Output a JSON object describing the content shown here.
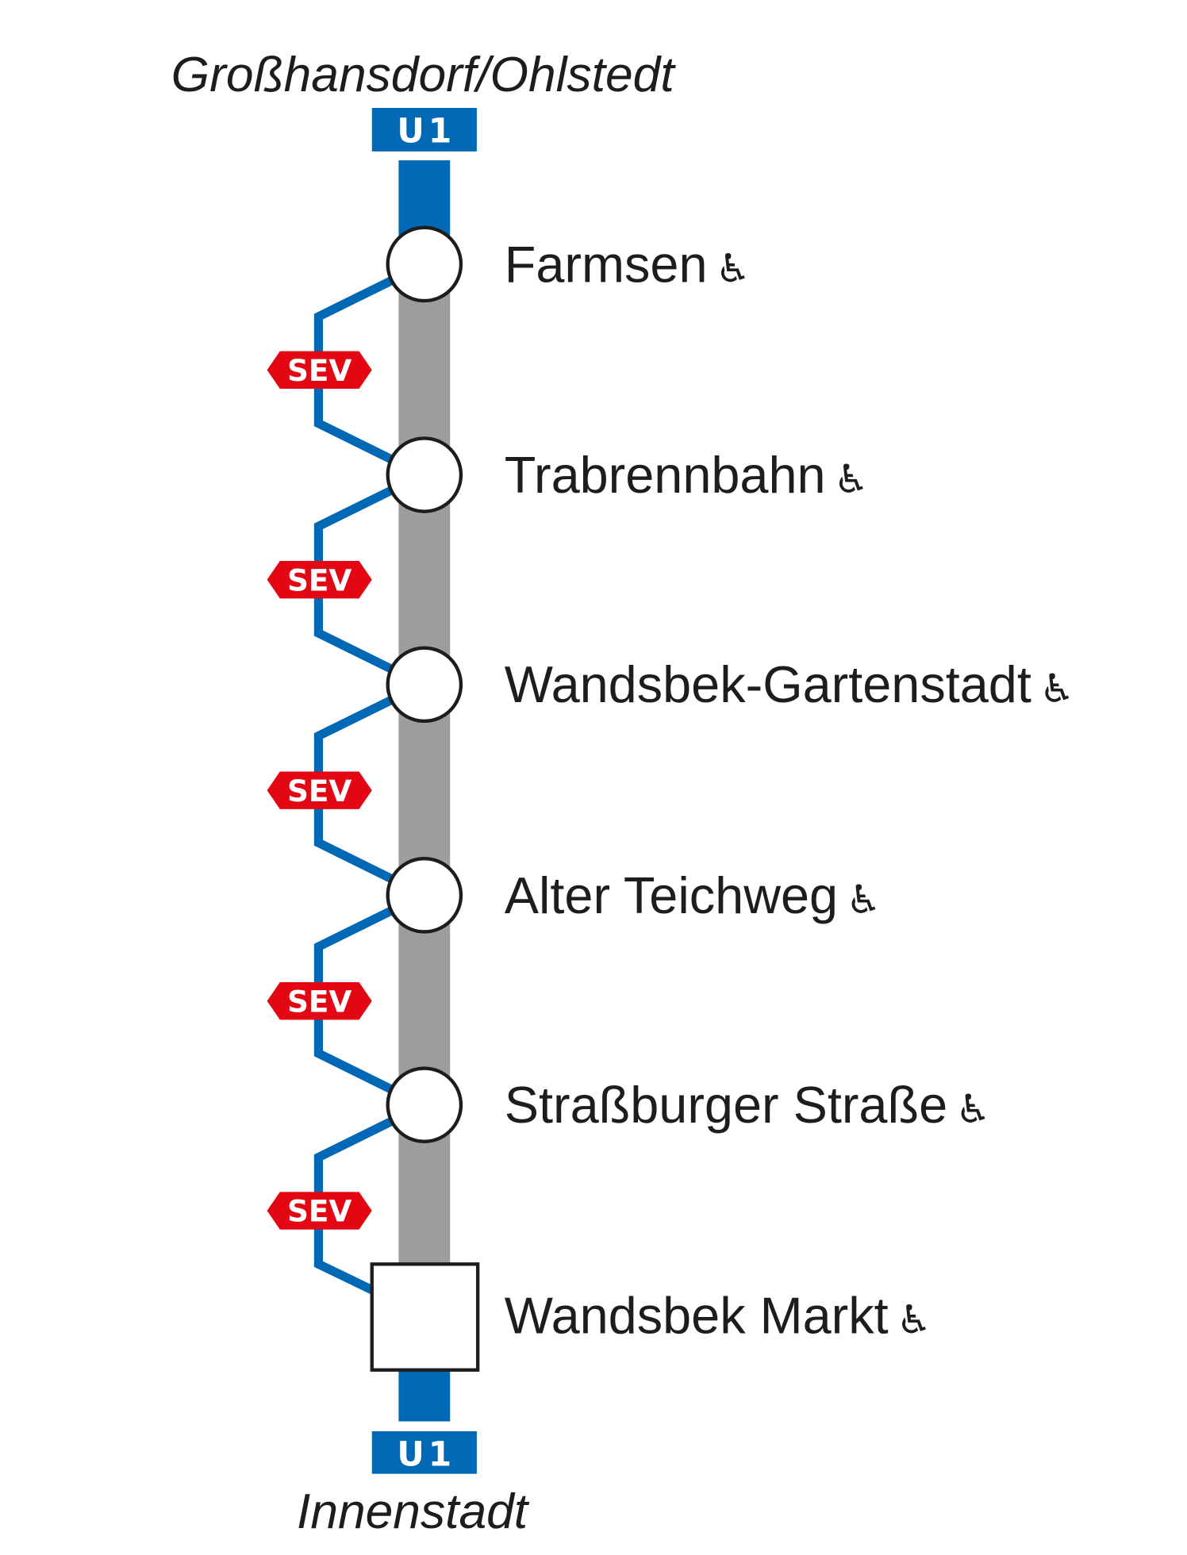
{
  "line": {
    "name": "U1",
    "color": "#0068B4",
    "closed_color": "#9D9D9D",
    "sev_color": "#E30613"
  },
  "destinations": {
    "north": "Großhansdorf/Ohlstedt",
    "south": "Innenstadt"
  },
  "badge": {
    "top": "U1",
    "bottom": "U1"
  },
  "stations": [
    {
      "name": "Farmsen",
      "accessible": true,
      "icon": "wheelchair-icon"
    },
    {
      "name": "Trabrennbahn",
      "accessible": true,
      "icon": "wheelchair-icon"
    },
    {
      "name": "Wandsbek-Gartenstadt",
      "accessible": true,
      "icon": "wheelchair-icon"
    },
    {
      "name": "Alter Teichweg",
      "accessible": true,
      "icon": "wheelchair-icon"
    },
    {
      "name": "Straßburger Straße",
      "accessible": true,
      "icon": "wheelchair-icon"
    },
    {
      "name": "Wandsbek Markt",
      "accessible": true,
      "icon": "wheelchair-icon"
    }
  ],
  "sev": {
    "label": "SEV"
  }
}
